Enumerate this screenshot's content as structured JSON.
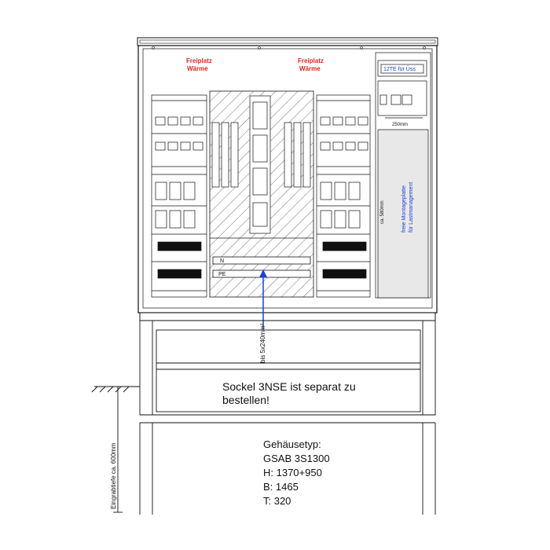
{
  "labels": {
    "freiplatz_left_1": "Freiplatz",
    "freiplatz_left_2": "Wärme",
    "freiplatz_right_1": "Freiplatz",
    "freiplatz_right_2": "Wärme",
    "te_label": "12TE für Üss",
    "width_dim": "250mm",
    "height_dim": "ca. 580mm",
    "mount_plate_1": "freie Montageplatte",
    "mount_plate_2": "für Lastmanagement",
    "cable_label": "bis 5x240mm²",
    "bar_n": "N",
    "bar_pe": "PE",
    "depth_label": "Eingrabtiefe ca. 600mm"
  },
  "base_note": {
    "line1": "Sockel 3NSE ist separat zu",
    "line2": "bestellen!"
  },
  "specs": {
    "title": "Gehäusetyp:",
    "model": "GSAB 3S1300",
    "height": "H: 1370+950",
    "width": "B: 1465",
    "depth": "T: 320"
  },
  "colors": {
    "red_text": "#e0251b",
    "blue_text": "#1c3fd4",
    "lines": "#111111",
    "panel_gray": "#e8e8e8"
  }
}
